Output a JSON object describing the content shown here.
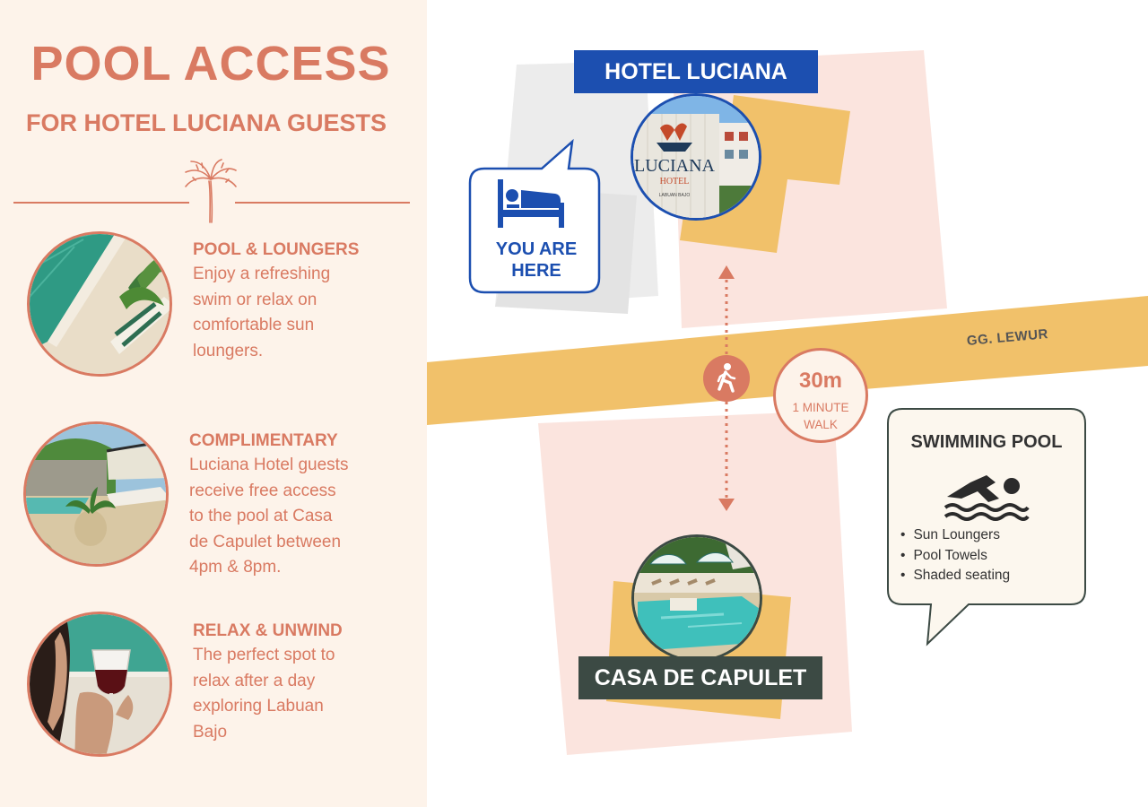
{
  "header": {
    "title": "POOL ACCESS",
    "subtitle": "FOR HOTEL LUCIANA GUESTS"
  },
  "features": [
    {
      "title": "POOL & LOUNGERS",
      "lines": [
        "Enjoy a refreshing",
        "swim or relax on",
        "comfortable sun",
        "loungers."
      ]
    },
    {
      "title": "COMPLIMENTARY",
      "lines": [
        "Luciana Hotel guests",
        "receive free access",
        "to the pool at Casa",
        "de Capulet between",
        "4pm & 8pm."
      ]
    },
    {
      "title": "RELAX & UNWIND",
      "lines": [
        "The perfect spot to",
        "relax after a day",
        "exploring Labuan",
        "Bajo"
      ]
    }
  ],
  "map": {
    "hotel_name": "HOTEL LUCIANA",
    "hotel_sign": {
      "line1": "LUCIANA",
      "line2": "HOTEL",
      "line3": "LABUAN BAJO"
    },
    "destination_name": "CASA DE CAPULET",
    "you_are_here": [
      "YOU ARE",
      "HERE"
    ],
    "street_name": "GG. LEWUR",
    "distance": {
      "value": "30m",
      "line1": "1 MINUTE",
      "line2": "WALK"
    },
    "pool_callout": {
      "title": "SWIMMING POOL",
      "amenities": [
        "Sun Loungers",
        "Pool Towels",
        "Shaded seating"
      ]
    }
  },
  "icons": {
    "palm": "palm-tree-icon",
    "bed": "bed-icon",
    "walker": "pedestrian-icon",
    "swimmer": "swimmer-icon"
  },
  "colors": {
    "accent": "#d97a62",
    "panel_bg": "#fdf3ea",
    "hotel_label": "#1c4fb0",
    "casa_label": "#3c4a44",
    "road": "#f1c16a",
    "block": "#fbe4de"
  }
}
